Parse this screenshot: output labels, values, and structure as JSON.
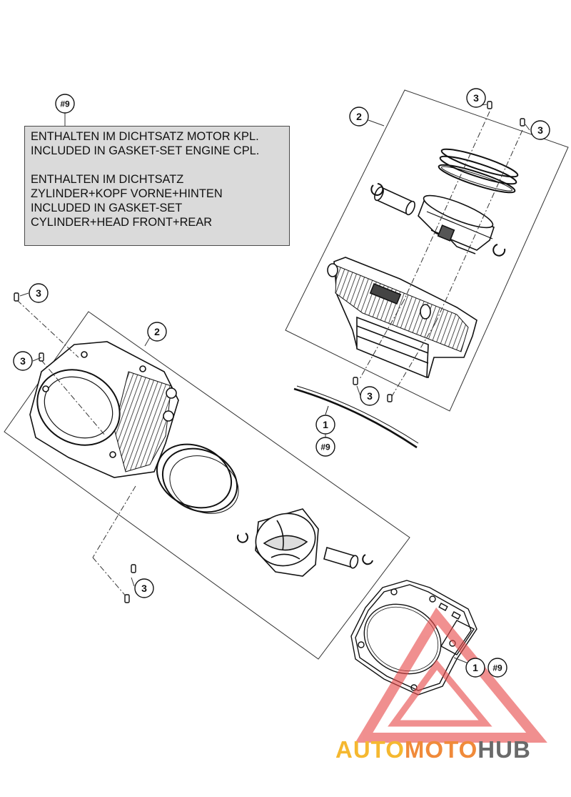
{
  "note": {
    "ref_label": "#9",
    "lines_de_1": "ENTHALTEN IM DICHTSATZ MOTOR KPL.",
    "lines_en_1": "INCLUDED IN GASKET-SET ENGINE CPL.",
    "lines_de_2a": "ENTHALTEN IM DICHTSATZ",
    "lines_de_2b": "ZYLINDER+KOPF VORNE+HINTEN",
    "lines_en_2a": "INCLUDED IN GASKET-SET",
    "lines_en_2b": "CYLINDER+HEAD FRONT+REAR"
  },
  "callouts": {
    "dowel_pin": "3",
    "cylinder_assembly": "2",
    "base_gasket": "1",
    "gasket_set_ref": "#9"
  },
  "watermark": {
    "part1": "AUTO",
    "part2": "MOTO",
    "part3": "HUB",
    "color_auto": "#f5b830",
    "color_moto": "#f08a3a",
    "color_hub": "#6a6a6a",
    "triangle_color": "#e84c4c"
  }
}
